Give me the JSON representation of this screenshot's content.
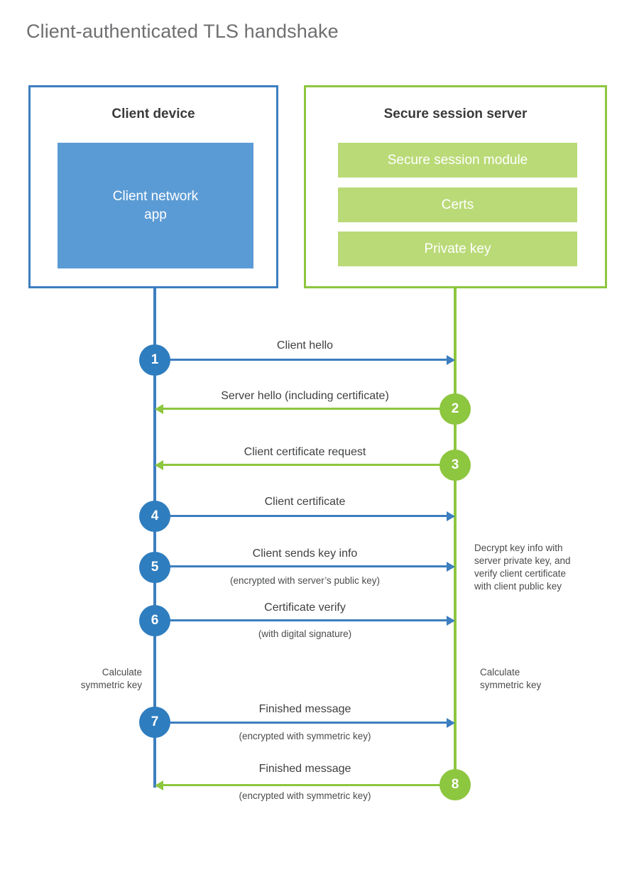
{
  "title": "Client-authenticated TLS handshake",
  "colors": {
    "blue_border": "#3c7ebf",
    "blue_fill": "#5b9bd5",
    "blue_circle": "#2e7dbf",
    "green_border": "#8dc63f",
    "green_fill": "#bada77",
    "green_circle": "#8dc63f",
    "title_text": "#6e6f71",
    "body_text": "#3f4042",
    "background": "#ffffff"
  },
  "client": {
    "title": "Client device",
    "app_label": "Client network\napp"
  },
  "server": {
    "title": "Secure session server",
    "modules": [
      {
        "label": "Secure session module"
      },
      {
        "label": "Certs"
      },
      {
        "label": "Private key"
      }
    ]
  },
  "steps": [
    {
      "number": "1",
      "label": "Client hello",
      "sub": "",
      "direction": "client-to-server"
    },
    {
      "number": "2",
      "label": "Server hello (including certificate)",
      "sub": "",
      "direction": "server-to-client"
    },
    {
      "number": "3",
      "label": "Client certificate request",
      "sub": "",
      "direction": "server-to-client"
    },
    {
      "number": "4",
      "label": "Client certificate",
      "sub": "",
      "direction": "client-to-server"
    },
    {
      "number": "5",
      "label": "Client sends key info",
      "sub": "(encrypted with server’s public key)",
      "direction": "client-to-server"
    },
    {
      "number": "6",
      "label": "Certificate verify",
      "sub": "(with digital signature)",
      "direction": "client-to-server"
    },
    {
      "number": "7",
      "label": "Finished message",
      "sub": "(encrypted with symmetric key)",
      "direction": "client-to-server"
    },
    {
      "number": "8",
      "label": "Finished message",
      "sub": "(encrypted with symmetric key)",
      "direction": "server-to-client"
    }
  ],
  "notes": {
    "server_decrypt": "Decrypt key info with\nserver private key, and\nverify client certificate\nwith client public key",
    "client_calc": "Calculate\nsymmetric key",
    "server_calc": "Calculate\nsymmetric key"
  }
}
